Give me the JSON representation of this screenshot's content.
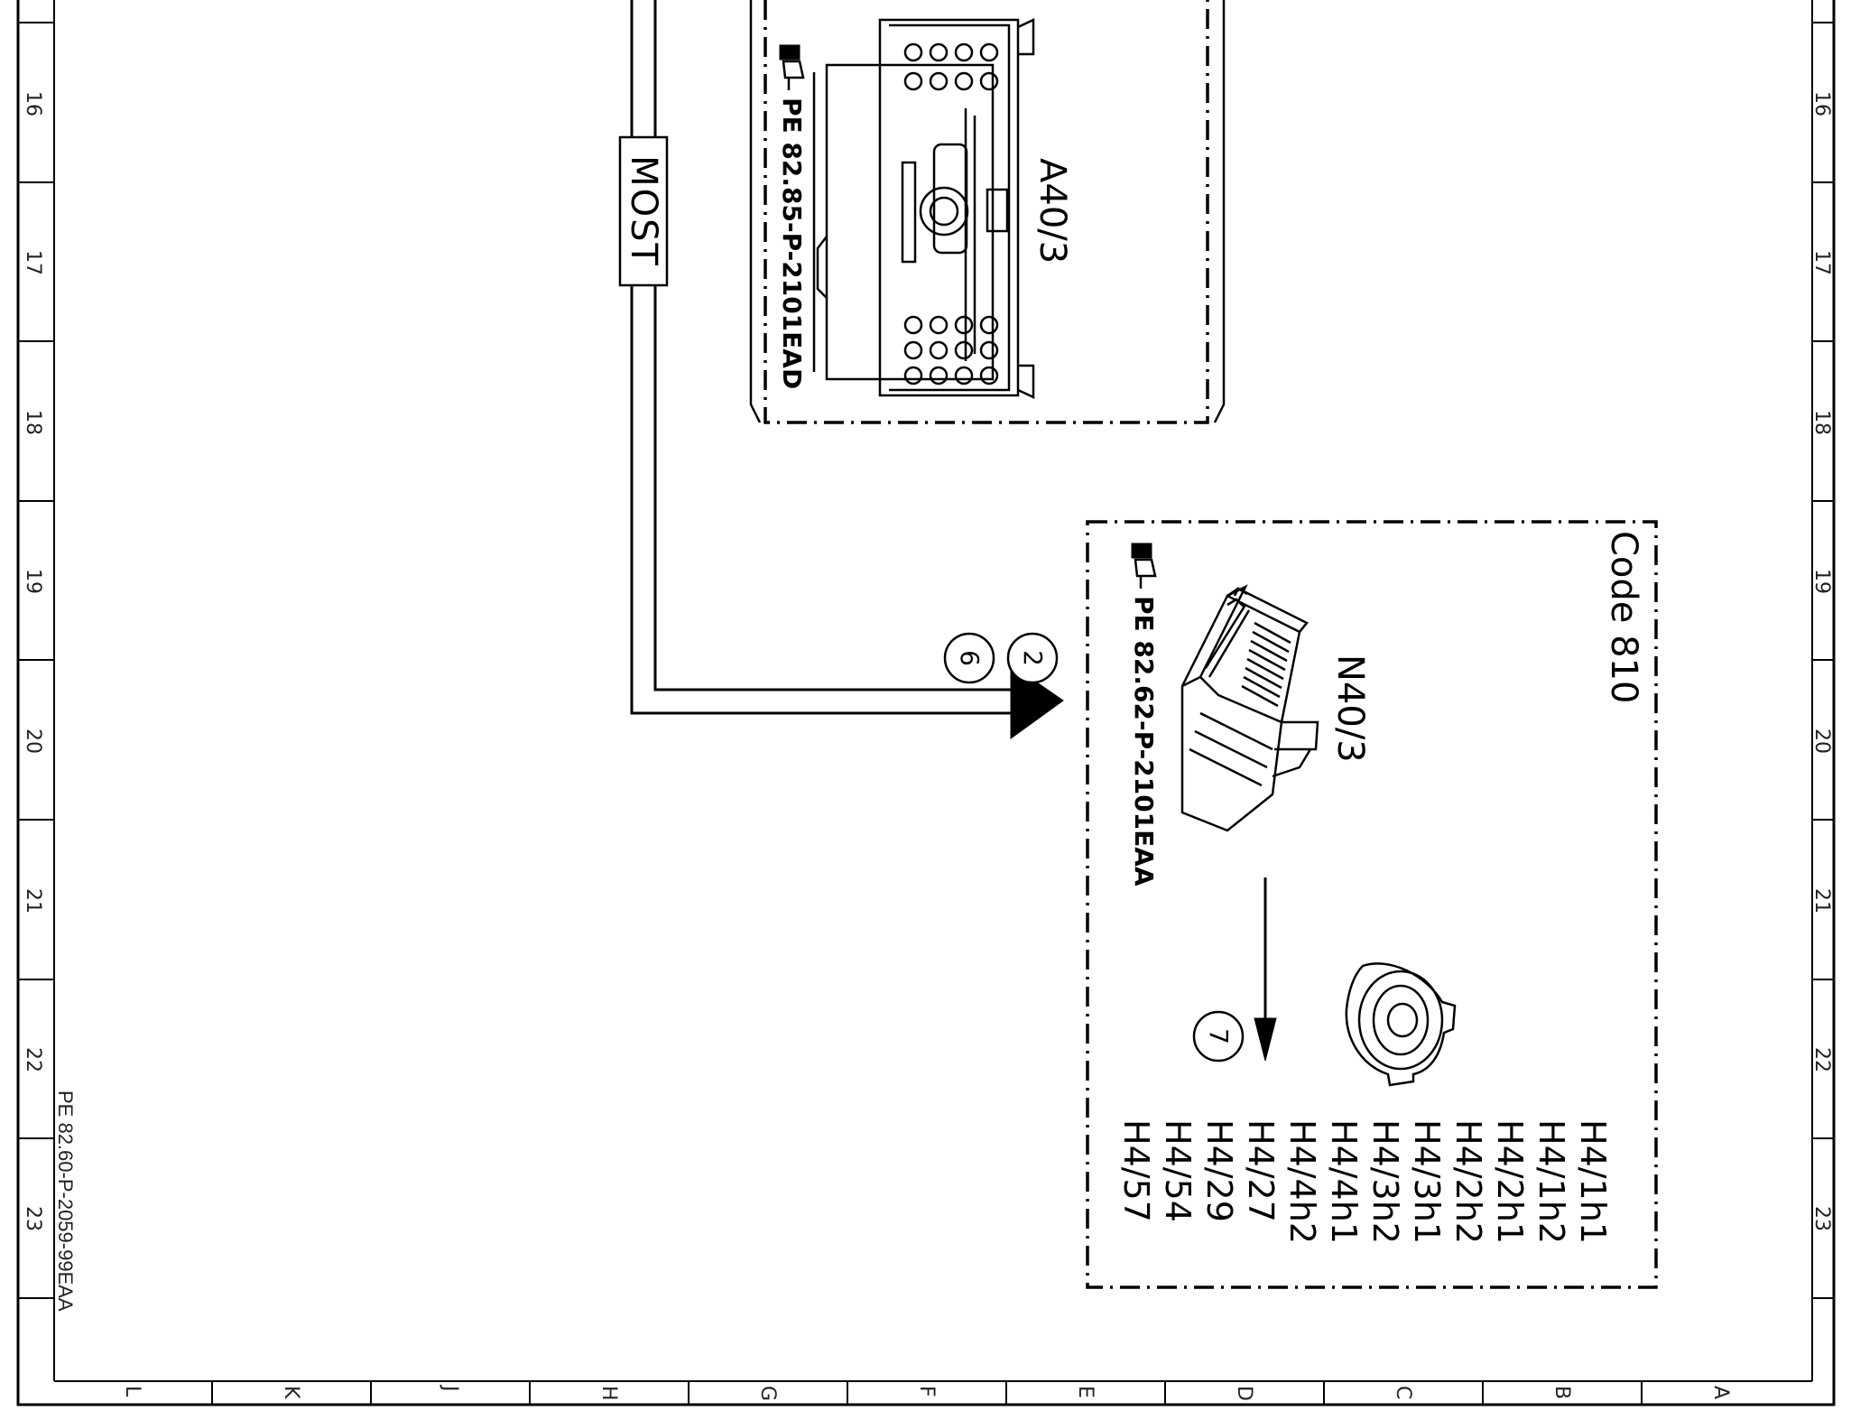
{
  "grid": {
    "rows": [
      "16",
      "17",
      "18",
      "19",
      "20",
      "21",
      "22",
      "23"
    ],
    "columns": [
      "L",
      "K",
      "J",
      "H",
      "G",
      "F",
      "E",
      "D",
      "C",
      "B",
      "A"
    ]
  },
  "drawing_ref": "PE 82.60-P-2059-99EAA",
  "bus": {
    "label": "MOST"
  },
  "components": {
    "a40_3": {
      "designation": "A40/3",
      "ref": "PE 82.85-P-2101EAD",
      "icon": "head-unit-icon"
    },
    "n40_3": {
      "designation": "N40/3",
      "ref": "PE 82.62-P-2101EAA",
      "code": "Code 810",
      "icon": "amplifier-module-icon",
      "speaker_icon": "speaker-icon",
      "connection_numbers": [
        "2",
        "6"
      ],
      "output_number": "7",
      "speakers": [
        "H4/1h1",
        "H4/1h2",
        "H4/2h1",
        "H4/2h2",
        "H4/3h1",
        "H4/3h2",
        "H4/4h1",
        "H4/4h2",
        "H4/27",
        "H4/29",
        "H4/54",
        "H4/57"
      ]
    }
  },
  "colors": {
    "ink": "#000000",
    "paper": "#ffffff"
  }
}
